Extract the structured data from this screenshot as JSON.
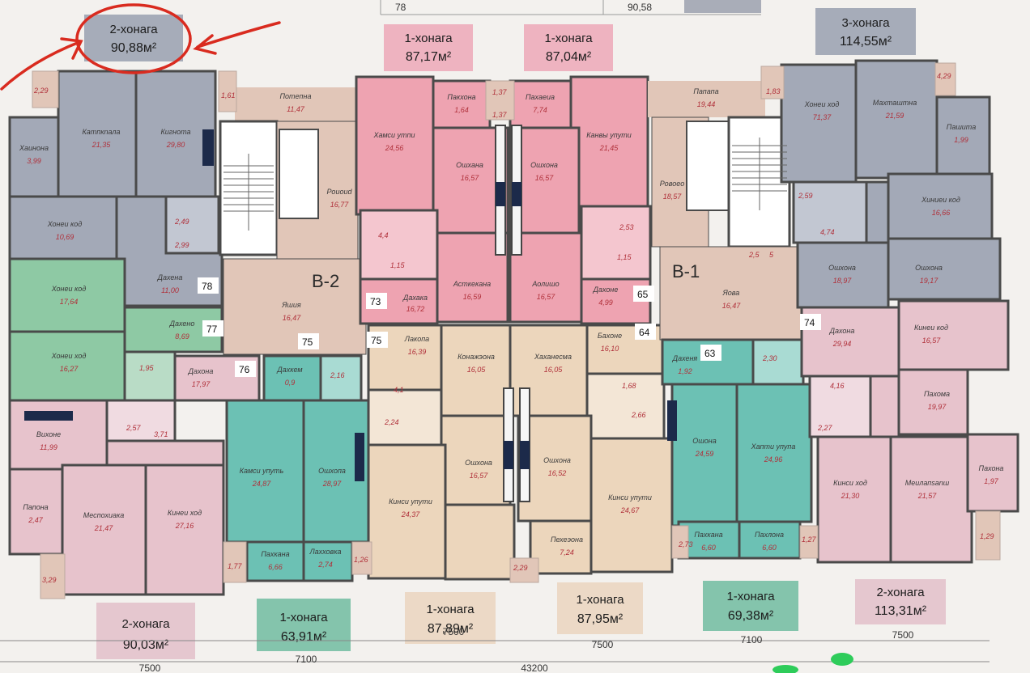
{
  "colors": {
    "blue": "#a3a9b7",
    "pink": "#eea3b1",
    "green": "#8ec9a4",
    "lightpink": "#e7c3cc",
    "teal": "#6cc1b4",
    "peach": "#ecd6bc",
    "corridor": "#e1c6b8",
    "wall": "#4a4a4a",
    "badge_blue": "#a6acb9",
    "badge_pink": "#eeb3c0",
    "badge_green": "#84c4ac",
    "badge_peach": "#ecd9c6",
    "badge_lightpink": "#e5c7cf",
    "annotation": "#d92b1f"
  },
  "top_dims": [
    "78",
    "90,58"
  ],
  "apartments": [
    {
      "rooms": "2-хонага",
      "area": "90,88м²"
    },
    {
      "rooms": "1-хонага",
      "area": "87,17м²"
    },
    {
      "rooms": "1-хонага",
      "area": "87,04м²"
    },
    {
      "rooms": "3-хонага",
      "area": "114,55м²"
    },
    {
      "rooms": "2-хонага",
      "area": "90,03м²"
    },
    {
      "rooms": "1-хонага",
      "area": "63,91м²"
    },
    {
      "rooms": "1-хонага",
      "area": "87,89м²"
    },
    {
      "rooms": "1-хонага",
      "area": "87,95м²"
    },
    {
      "rooms": "1-хонага",
      "area": "69,38м²"
    },
    {
      "rooms": "2-хонага",
      "area": "113,31м²"
    }
  ],
  "sections": [
    "B-2",
    "B-1"
  ],
  "unit_numbers": [
    "78",
    "77",
    "76",
    "75",
    "75",
    "73",
    "65",
    "64",
    "63",
    "74"
  ],
  "bottom_dims": [
    "7500",
    "7100",
    "7500",
    "7500",
    "7100",
    "7500",
    "43200"
  ],
  "rooms": [
    {
      "label": "Катпкnала",
      "area": "21,35"
    },
    {
      "label": "Кигнота",
      "area": "29,80"
    },
    {
      "label": "Хаинона",
      "area": "3,99"
    },
    {
      "label": "Хонеи код",
      "area": "10,69"
    },
    {
      "label": "Дахена",
      "area": "11,00"
    },
    {
      "label": "Хонеи код",
      "area": "17,64"
    },
    {
      "label": "Дахено",
      "area": "8,69"
    },
    {
      "label": "Хонеи ход",
      "area": "16,27"
    },
    {
      "label": "Дахона",
      "area": "17,97"
    },
    {
      "label": "Вихоне",
      "area": "11,99"
    },
    {
      "label": "Папона",
      "area": "2,47"
    },
    {
      "label": "Меспохиака",
      "area": "21,47"
    },
    {
      "label": "Кинеи ход",
      "area": "27,16"
    },
    {
      "label": "Потепна",
      "area": "11,47"
    },
    {
      "label": "Роиоиd",
      "area": "16,77"
    },
    {
      "label": "Яшия",
      "area": "16,47"
    },
    {
      "label": "Дахкем",
      "area": "0,9"
    },
    {
      "label": "Камси упуть",
      "area": "24,87"
    },
    {
      "label": "Ошхопа",
      "area": "28,97"
    },
    {
      "label": "Пахкана",
      "area": "6,66"
    },
    {
      "label": "Лахховка",
      "area": "2,74"
    },
    {
      "label": "Хамси утпи",
      "area": "24,56"
    },
    {
      "label": "Пакхона",
      "area": "1,64"
    },
    {
      "label": "Ошхана",
      "area": "16,57"
    },
    {
      "label": "Асткекана",
      "area": "16,59"
    },
    {
      "label": "Дахака",
      "area": "16,72"
    },
    {
      "label": "Пахаеиа",
      "area": "7,74"
    },
    {
      "label": "Канвы упути",
      "area": "21,45"
    },
    {
      "label": "Ошхона",
      "area": "16,57"
    },
    {
      "label": "Аолишо",
      "area": "16,57"
    },
    {
      "label": "Дахоне",
      "area": "4,99"
    },
    {
      "label": "Лакопа",
      "area": "16,39"
    },
    {
      "label": "Конажэона",
      "area": "16,05"
    },
    {
      "label": "Хаханесма",
      "area": "16,05"
    },
    {
      "label": "Бахоне",
      "area": "16,10"
    },
    {
      "label": "Ошхона",
      "area": "16,57"
    },
    {
      "label": "Ошхона",
      "area": "16,52"
    },
    {
      "label": "Кинси упути",
      "area": "24,37"
    },
    {
      "label": "Кинси упути",
      "area": "24,67"
    },
    {
      "label": "Пехеэона",
      "area": "7,24"
    },
    {
      "label": "Папапа",
      "area": "19,44"
    },
    {
      "label": "Ровоео",
      "area": "18,57"
    },
    {
      "label": "Яова",
      "area": "16,47"
    },
    {
      "label": "Хонеи ход",
      "area": "71,37"
    },
    {
      "label": "Махташтна",
      "area": "21,59"
    },
    {
      "label": "Пашита",
      "area": "1,99"
    },
    {
      "label": "Хиниеи код",
      "area": "16,66"
    },
    {
      "label": "Ошхона",
      "area": "18,97"
    },
    {
      "label": "Ошхона",
      "area": "19,17"
    },
    {
      "label": "Дахона",
      "area": "29,94"
    },
    {
      "label": "Кинеи код",
      "area": "16,57"
    },
    {
      "label": "Пахома",
      "area": "19,97"
    },
    {
      "label": "Дахеня",
      "area": "1,92"
    },
    {
      "label": "Ошона",
      "area": "24,59"
    },
    {
      "label": "Хапти упупа",
      "area": "24,96"
    },
    {
      "label": "Пахкана",
      "area": "6,60"
    },
    {
      "label": "Пахлона",
      "area": "6,60"
    },
    {
      "label": "Кинси ход",
      "area": "21,30"
    },
    {
      "label": "Меилапsanш",
      "area": "21,57"
    },
    {
      "label": "Пахона",
      "area": "1,97"
    }
  ],
  "small_areas": [
    "2,29",
    "1,61",
    "2,49",
    "2,99",
    "1,95",
    "2,57",
    "3,71",
    "2,16",
    "1,77",
    "1,26",
    "3,29",
    "1,37",
    "1,37",
    "4,4",
    "1,15",
    "2,53",
    "1,15",
    "4,1",
    "2,24",
    "1,68",
    "2,66",
    "2,29",
    "1,83",
    "4,29",
    "2,59",
    "4,74",
    "2,30",
    "4,16",
    "2,27",
    "2,73",
    "1,27",
    "1,29",
    "2,5",
    "5"
  ]
}
